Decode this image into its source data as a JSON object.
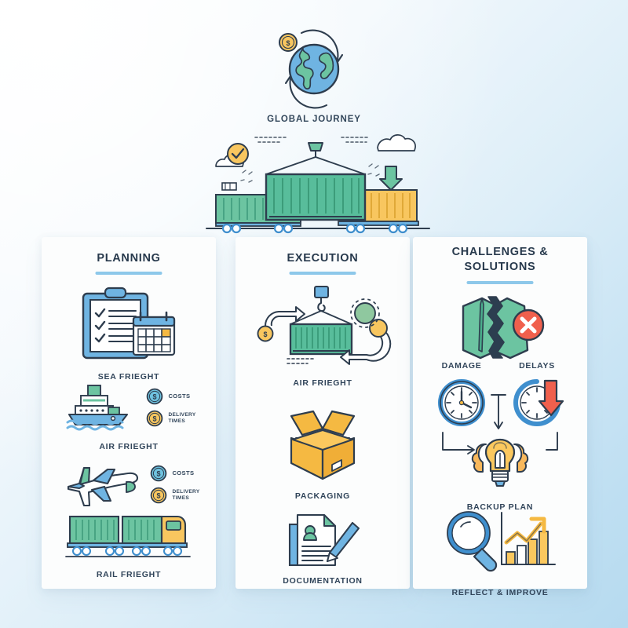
{
  "palette": {
    "ink": "#2e3d4e",
    "blue": "#5fa9dd",
    "blue_dark": "#3f8fce",
    "green": "#6cc4a1",
    "green_dark": "#4aae8c",
    "yellow": "#f5b942",
    "yellow_light": "#fbc85e",
    "red": "#f0604d",
    "white": "#ffffff",
    "rule": "#8dc8ea",
    "bg_top": "#fdfeff",
    "bg_bottom": "#b6daef"
  },
  "hero": {
    "title": "GLOBAL JOURNEY",
    "globe_icon": "globe-icon",
    "cycle_icon": "circular-arrows-icon",
    "coin_icon": "dollar-coin-icon",
    "check_icon": "check-circle-icon",
    "cloud_icon": "cloud-icon",
    "down_arrow_icon": "arrow-down-icon",
    "crane_icon": "crane-hook-icon",
    "container_icon": "shipping-container-icon",
    "truck_icon": "container-truck-icon"
  },
  "columns": [
    {
      "id": "planning",
      "title": "PLANNING",
      "title_lines": [
        "PLANNING"
      ],
      "items": [
        {
          "id": "planning-checklist",
          "icon": "clipboard-calendar-icon",
          "label": "SEA FRIEGHT",
          "label_position": "below"
        },
        {
          "id": "sea-freight",
          "icon": "cargo-ship-icon",
          "label": "AIR FRIEGHT",
          "label_position": "below",
          "badges": [
            {
              "icon": "dollar-coin-blue-icon",
              "text": "COSTS"
            },
            {
              "icon": "dollar-coin-yellow-icon",
              "text": "DELIVERY TIMES",
              "lines": [
                "DELIVERY",
                "TIMES"
              ]
            }
          ]
        },
        {
          "id": "air-freight",
          "icon": "airplane-icon",
          "label": "",
          "badges": [
            {
              "icon": "dollar-coin-blue-icon",
              "text": "COSTS"
            },
            {
              "icon": "dollar-coin-yellow-icon",
              "text": "DELIVERY TIMES",
              "lines": [
                "DELIVERY",
                "TIMES"
              ]
            }
          ]
        },
        {
          "id": "rail-freight",
          "icon": "container-truck-icon",
          "label": "RAIL FRIEGHT",
          "label_position": "below"
        }
      ]
    },
    {
      "id": "execution",
      "title": "EXECUTION",
      "title_lines": [
        "EXECUTION"
      ],
      "items": [
        {
          "id": "execution-container",
          "icon": "crane-container-cycle-icon",
          "label": "AIR FRIEGHT"
        },
        {
          "id": "packaging",
          "icon": "open-box-icon",
          "label": "PACKAGING"
        },
        {
          "id": "documentation",
          "icon": "document-pen-icon",
          "label": "DOCUMENTATION"
        }
      ]
    },
    {
      "id": "challenges",
      "title": "CHALLENGES & SOLUTIONS",
      "title_lines": [
        "CHALLENGES &",
        "SOLUTIONS"
      ],
      "items": [
        {
          "id": "damage-box",
          "icon": "broken-box-error-icon",
          "label": ""
        },
        {
          "id": "clocks",
          "icon": "two-clocks-icon",
          "label": "",
          "sub_labels": [
            "DAMAGE",
            "DELAYS"
          ]
        },
        {
          "id": "backup-plan",
          "icon": "brain-lightbulb-icon",
          "label": "BACKUP PLAN"
        },
        {
          "id": "reflect-improve",
          "icon": "magnifier-growth-chart-icon",
          "label": "REFLECT & IMPROVE"
        }
      ]
    }
  ]
}
